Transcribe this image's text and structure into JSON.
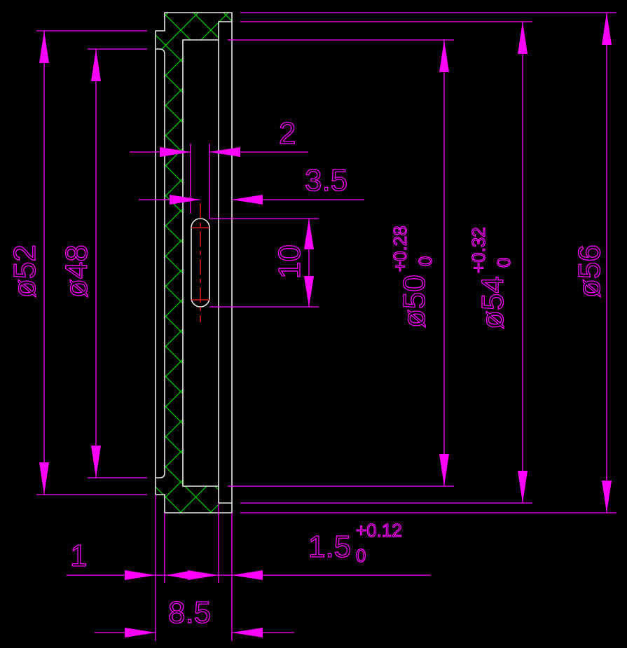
{
  "drawing": {
    "colors": {
      "background": "#000000",
      "dimension": "#ff00ff",
      "outline": "#e8e8e8",
      "hatch": "#00cc00",
      "centerline": "#ff2020"
    },
    "dimensions": {
      "d52": "ø52",
      "d48": "ø48",
      "d50": "ø50",
      "d50_tol_upper": "+0.28",
      "d50_tol_lower": "0",
      "d54": "ø54",
      "d54_tol_upper": "+0.32",
      "d54_tol_lower": "0",
      "d56": "ø56",
      "gap2": "2",
      "gap35": "3.5",
      "slot10": "10",
      "lip1": "1",
      "wall15": "1.5",
      "wall15_tol_upper": "+0.12",
      "wall15_tol_lower": "0",
      "width85": "8.5"
    }
  }
}
